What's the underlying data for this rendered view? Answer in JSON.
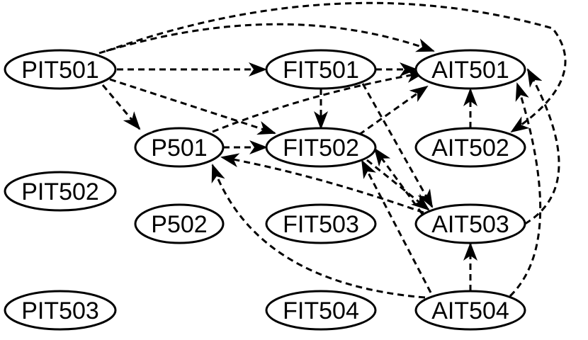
{
  "diagram": {
    "type": "directed-graph",
    "edge_style": "dashed",
    "nodes": [
      {
        "id": "PIT501",
        "label": "PIT501"
      },
      {
        "id": "FIT501",
        "label": "FIT501"
      },
      {
        "id": "AIT501",
        "label": "AIT501"
      },
      {
        "id": "P501",
        "label": "P501"
      },
      {
        "id": "FIT502",
        "label": "FIT502"
      },
      {
        "id": "AIT502",
        "label": "AIT502"
      },
      {
        "id": "PIT502",
        "label": "PIT502"
      },
      {
        "id": "P502",
        "label": "P502"
      },
      {
        "id": "FIT503",
        "label": "FIT503"
      },
      {
        "id": "AIT503",
        "label": "AIT503"
      },
      {
        "id": "PIT503",
        "label": "PIT503"
      },
      {
        "id": "FIT504",
        "label": "FIT504"
      },
      {
        "id": "AIT504",
        "label": "AIT504"
      }
    ],
    "edges": [
      {
        "from": "PIT501",
        "to": "AIT501"
      },
      {
        "from": "PIT501",
        "to": "AIT502"
      },
      {
        "from": "PIT501",
        "to": "FIT501"
      },
      {
        "from": "PIT501",
        "to": "P501"
      },
      {
        "from": "PIT501",
        "to": "FIT502"
      },
      {
        "from": "FIT501",
        "to": "AIT501"
      },
      {
        "from": "FIT501",
        "to": "FIT502"
      },
      {
        "from": "FIT501",
        "to": "AIT503"
      },
      {
        "from": "P501",
        "to": "AIT501"
      },
      {
        "from": "P501",
        "to": "FIT502"
      },
      {
        "from": "FIT502",
        "to": "AIT501"
      },
      {
        "from": "FIT502",
        "to": "AIT503"
      },
      {
        "from": "AIT502",
        "to": "AIT501"
      },
      {
        "from": "AIT503",
        "to": "P501"
      },
      {
        "from": "AIT503",
        "to": "FIT502"
      },
      {
        "from": "AIT503",
        "to": "AIT501"
      },
      {
        "from": "AIT504",
        "to": "AIT503"
      },
      {
        "from": "AIT504",
        "to": "FIT502"
      },
      {
        "from": "AIT504",
        "to": "P501"
      },
      {
        "from": "AIT504",
        "to": "AIT501"
      }
    ]
  }
}
